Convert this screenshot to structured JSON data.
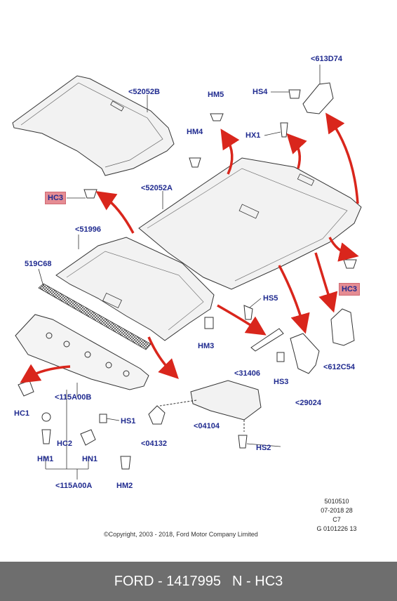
{
  "labels": {
    "p613D74": "<613D74",
    "hs4": "HS4",
    "hm5": "HM5",
    "p52052B": "<52052B",
    "hm4": "HM4",
    "hx1": "HX1",
    "hc3_left": "HC3",
    "p52052A": "<52052A",
    "p51996": "<51996",
    "p519C68": "519C68",
    "hc3_right": "HC3",
    "hs5": "HS5",
    "hm3": "HM3",
    "p31406": "<31406",
    "hs3": "HS3",
    "p612C54": "<612C54",
    "p29024": "<29024",
    "hc1": "HC1",
    "p115A00B": "<115A00B",
    "hs1": "HS1",
    "p04104": "<04104",
    "p04132": "<04132",
    "hs2": "HS2",
    "hc2": "HC2",
    "hm1": "HM1",
    "hn1": "HN1",
    "hm2": "HM2",
    "p115A00A": "<115A00A"
  },
  "meta": {
    "line1": "5010510",
    "line2": "07-2018 28",
    "line3": "C7",
    "line4": "G 0101226 13"
  },
  "copyright": "©Copyright, 2003 - 2018, Ford Motor Company Limited",
  "footer": {
    "part": "FORD - 1417995",
    "code": "N - HC3"
  },
  "colors": {
    "label": "#1f2a8f",
    "highlight": "#e58c93",
    "arrow": "#d9261c",
    "footer_bg": "#6e6e6e"
  }
}
